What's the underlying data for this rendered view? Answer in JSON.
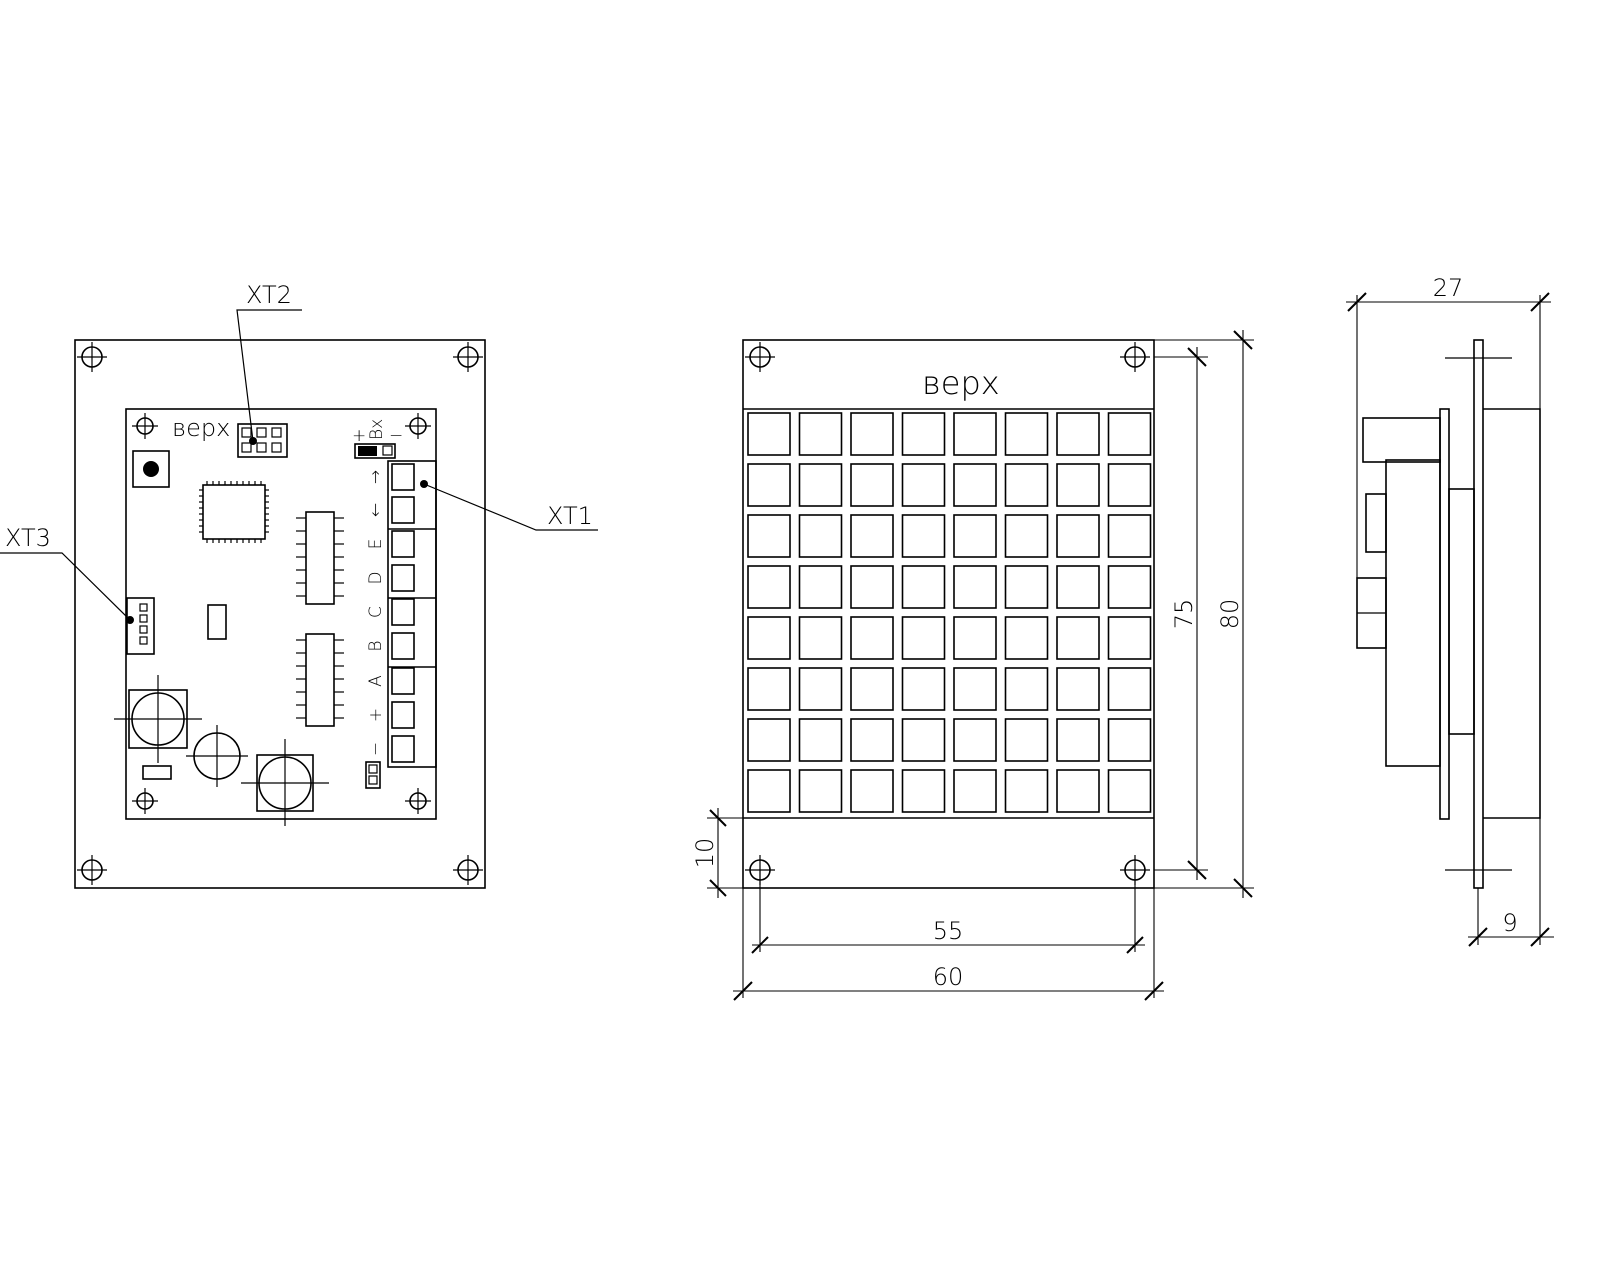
{
  "labels": {
    "top_marking": "верх",
    "connector_xt1": "XT1",
    "connector_xt2": "XT2",
    "connector_xt3": "XT3",
    "jumper_label": "Вх"
  },
  "terminals": [
    "→",
    "←",
    "E",
    "D",
    "C",
    "B",
    "A",
    "+",
    "−"
  ],
  "jumper_signs": {
    "plus": "+",
    "minus": "−"
  },
  "front_view": {
    "key_grid": {
      "rows": 8,
      "cols": 8
    }
  },
  "dimensions": {
    "hole_spacing_h": "55",
    "width": "60",
    "bottom_offset": "10",
    "hole_spacing_v": "75",
    "height": "80",
    "depth": "27",
    "panel_offset": "9"
  }
}
